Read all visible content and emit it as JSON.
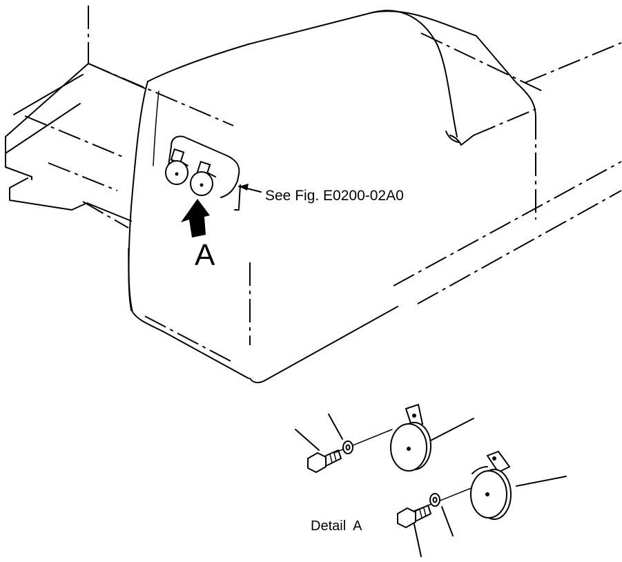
{
  "callouts": {
    "see_fig": "See Fig. E0200-02A0",
    "view_letter": "A",
    "detail_label": "Detail  A"
  }
}
